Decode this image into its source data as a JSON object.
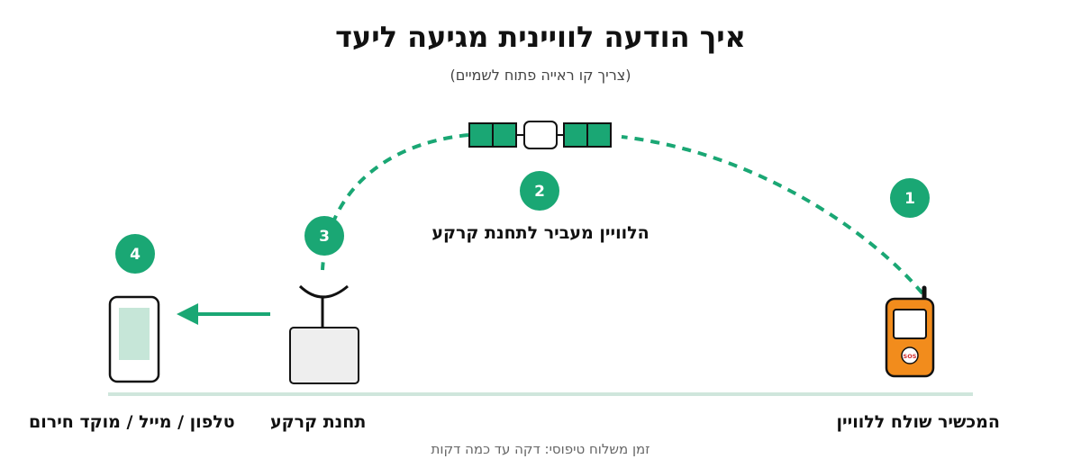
{
  "title": "איך הודעה לוויינית מגיעה ליעד",
  "subtitle": "(צריך קו ראייה פתוח לשמיים)",
  "steps": [
    "1",
    "2",
    "3",
    "4"
  ],
  "step2_caption": "הלוויין מעביר לתחנת קרקע",
  "labels": {
    "device": "המכשיר שולח ללוויין",
    "station": "תחנת קרקע",
    "destination": "טלפון / מייל / מוקד חירום"
  },
  "device_sos": "SOS",
  "footer": "זמן משלוח טיפוסי: דקה עד כמה דקות",
  "colors": {
    "accent": "#1aa774",
    "device": "#f28c1c",
    "ground": "#cfe6dc",
    "station": "#eeeeee"
  },
  "icons": [
    "satellite-icon",
    "sos-device-icon",
    "ground-station-icon",
    "phone-icon",
    "arrow-left-icon"
  ]
}
